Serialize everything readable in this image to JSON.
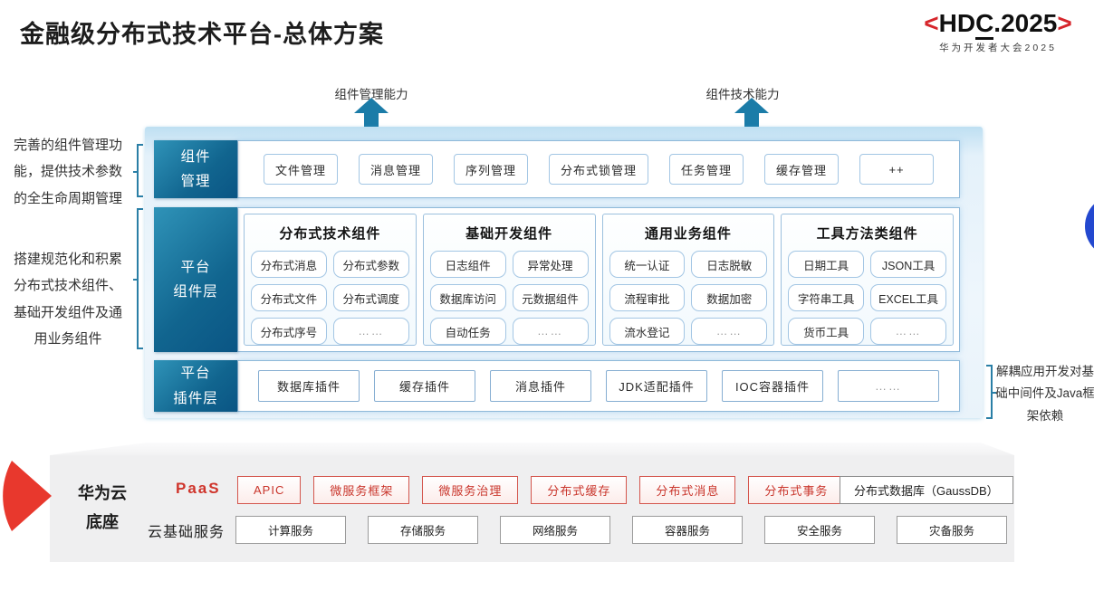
{
  "title": "金融级分布式技术平台-总体方案",
  "logo": {
    "bracket_left": "<",
    "part1": "HD",
    "part2": "C",
    "part3": ".2025",
    "bracket_right": ">",
    "subtitle": "华为开发者大会2025"
  },
  "arrows": {
    "management_capability": "组件管理能力",
    "technical_capability": "组件技术能力"
  },
  "left_notes": [
    "完善的组件管理功能，提供技术参数的全生命周期管理",
    "搭建规范化和积累分布式技术组件、基础开发组件及通用业务组件"
  ],
  "right_note": "解耦应用开发对基础中间件及Java框架依赖",
  "layers": {
    "management": {
      "label": "组件\n管理",
      "items": [
        "文件管理",
        "消息管理",
        "序列管理",
        "分布式锁管理",
        "任务管理",
        "缓存管理",
        "++"
      ]
    },
    "component": {
      "label": "平台\n组件层",
      "groups": [
        {
          "title": "分布式技术组件",
          "items": [
            "分布式消息",
            "分布式参数",
            "分布式文件",
            "分布式调度",
            "分布式序号",
            "……"
          ]
        },
        {
          "title": "基础开发组件",
          "items": [
            "日志组件",
            "异常处理",
            "数据库访问",
            "元数据组件",
            "自动任务",
            "……"
          ]
        },
        {
          "title": "通用业务组件",
          "items": [
            "统一认证",
            "日志脱敏",
            "流程审批",
            "数据加密",
            "流水登记",
            "……"
          ]
        },
        {
          "title": "工具方法类组件",
          "items": [
            "日期工具",
            "JSON工具",
            "字符串工具",
            "EXCEL工具",
            "货币工具",
            "……"
          ]
        }
      ]
    },
    "plugin": {
      "label": "平台\n插件层",
      "items": [
        "数据库插件",
        "缓存插件",
        "消息插件",
        "JDK适配插件",
        "IOC容器插件",
        "……"
      ]
    }
  },
  "foundation": {
    "label": "华为云\n底座",
    "paas": {
      "label": "PaaS",
      "items": [
        "APIC",
        "微服务框架",
        "微服务治理",
        "分布式缓存",
        "分布式消息",
        "分布式事务"
      ],
      "neutral_item": "分布式数据库（GaussDB）"
    },
    "iaas": {
      "label": "云基础服务",
      "items": [
        "计算服务",
        "存储服务",
        "网络服务",
        "容器服务",
        "安全服务",
        "灾备服务"
      ]
    }
  },
  "colors": {
    "layer_label_teal": "#11658f",
    "arrow_teal": "#1b7ca8",
    "border_blue": "#a3c6e4",
    "paas_red": "#c9352b",
    "logo_red": "#d6252b",
    "decoration_blue": "#2348cf",
    "decoration_red": "#e8382d",
    "panel_gray": "#efeff0"
  }
}
